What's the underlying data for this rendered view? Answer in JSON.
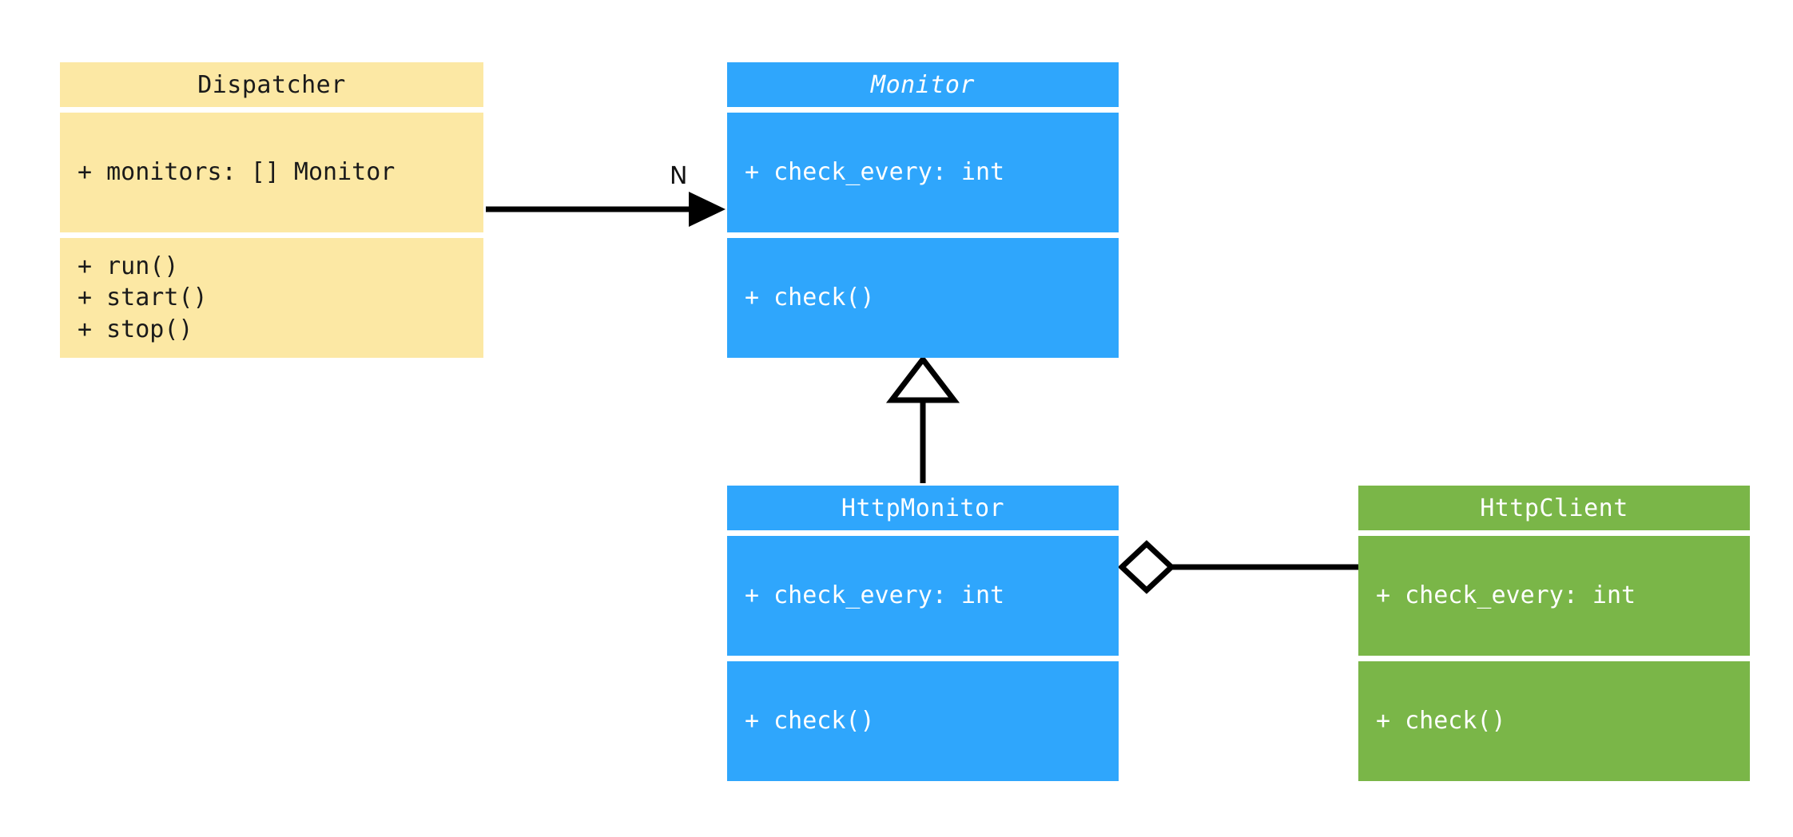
{
  "diagram": {
    "type": "uml-class-diagram",
    "background": "#ffffff",
    "palette": {
      "yellow": "#fce8a4",
      "blue": "#2fa6fc",
      "green": "#7ab648",
      "line": "#000000",
      "dark_text": "#1a1a1a",
      "light_text": "#ffffff"
    }
  },
  "classes": [
    {
      "id": "dispatcher",
      "name": "Dispatcher",
      "abstract": false,
      "color": "yellow",
      "attributes": "+ monitors: [] Monitor",
      "methods": "+ run()\n+ start()\n+ stop()"
    },
    {
      "id": "monitor",
      "name": "Monitor",
      "abstract": true,
      "color": "blue",
      "attributes": "+ check_every: int",
      "methods": "+ check()"
    },
    {
      "id": "http_monitor",
      "name": "HttpMonitor",
      "abstract": false,
      "color": "blue",
      "attributes": "+ check_every: int",
      "methods": "+ check()"
    },
    {
      "id": "http_client",
      "name": "HttpClient",
      "abstract": false,
      "color": "green",
      "attributes": "+ check_every: int",
      "methods": "+ check()"
    }
  ],
  "relations": [
    {
      "id": "dispatcher-to-monitor",
      "kind": "association",
      "from": "Dispatcher",
      "to": "Monitor",
      "label": "N",
      "arrowhead": "filled-arrow"
    },
    {
      "id": "httpmonitor-to-monitor",
      "kind": "generalization",
      "from": "HttpMonitor",
      "to": "Monitor",
      "label": "",
      "arrowhead": "hollow-triangle"
    },
    {
      "id": "httpmonitor-to-httpclient",
      "kind": "aggregation",
      "from": "HttpMonitor",
      "to": "HttpClient",
      "label": "",
      "arrowhead": "hollow-diamond"
    }
  ]
}
